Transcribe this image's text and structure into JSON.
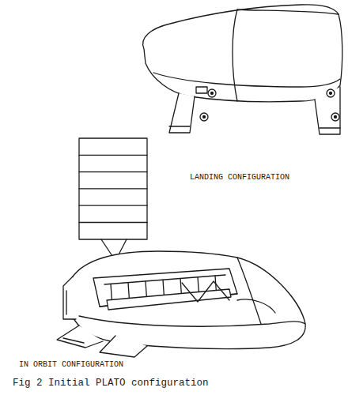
{
  "diagram": {
    "caption": "Fig 2 Initial PLATO configuration",
    "labels": [
      "LANDING CONFIGURATION",
      "IN ORBIT CONFIGURATION"
    ]
  }
}
